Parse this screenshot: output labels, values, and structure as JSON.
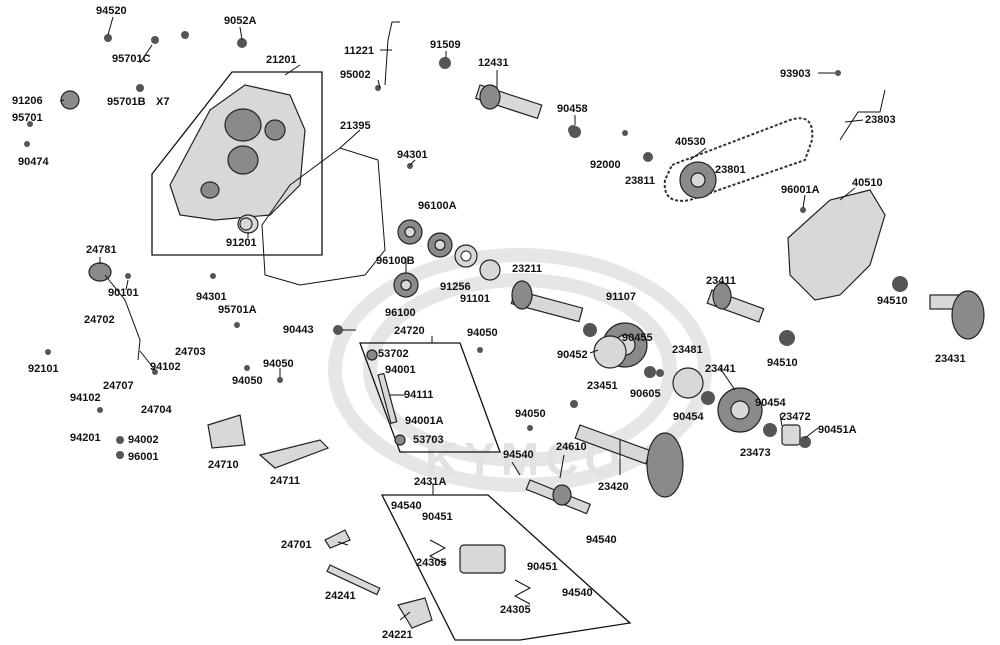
{
  "watermark": {
    "brand": "KYMCO"
  },
  "labels": {
    "p94520": "94520",
    "p9052A": "9052A",
    "p11221": "11221",
    "p91509": "91509",
    "p95701C": "95701C",
    "p21201": "21201",
    "p95002": "95002",
    "p12431": "12431",
    "p93903": "93903",
    "p91206": "91206",
    "p95701B": "95701B",
    "x7": "X7",
    "p95701": "95701",
    "p90474": "90474",
    "p21395": "21395",
    "p90458": "90458",
    "p23803": "23803",
    "p40530": "40530",
    "p94301a": "94301",
    "p92000": "92000",
    "p23801": "23801",
    "p23811": "23811",
    "p96001A": "96001A",
    "p40510": "40510",
    "p96100A": "96100A",
    "p91201": "91201",
    "p24781": "24781",
    "p96100B": "96100B",
    "p23211": "23211",
    "p23411": "23411",
    "p90101": "90101",
    "p91256": "91256",
    "p91101": "91101",
    "p94301b": "94301",
    "p91107": "91107",
    "p94510a": "94510",
    "p24702": "24702",
    "p95701A": "95701A",
    "p96100": "96100",
    "p24720": "24720",
    "p90443": "90443",
    "p94050a": "94050",
    "p90455": "90455",
    "p23481": "23481",
    "p90452": "90452",
    "p94510b": "94510",
    "p23431": "23431",
    "p24703": "24703",
    "p53702": "53702",
    "p92101": "92101",
    "p94050b": "94050",
    "p94001": "94001",
    "p23451": "23451",
    "p23441": "23441",
    "p94102a": "94102",
    "p94050c": "94050",
    "p24707": "24707",
    "p90605": "90605",
    "p94111": "94111",
    "p94102b": "94102",
    "p24704": "24704",
    "p90454a": "90454",
    "p90454b": "90454",
    "p23472": "23472",
    "p94050d": "94050",
    "p94001A": "94001A",
    "p90451A": "90451A",
    "p94201": "94201",
    "p94002": "94002",
    "p53703": "53703",
    "p23473": "23473",
    "p96001": "96001",
    "p24710": "24710",
    "p94540a": "94540",
    "p24610": "24610",
    "p24711": "24711",
    "p23420": "23420",
    "p2431A": "2431A",
    "p94540b": "94540",
    "p90451a": "90451",
    "p94540c": "94540",
    "p24701": "24701",
    "p24305a": "24305",
    "p90451b": "90451",
    "p94540d": "94540",
    "p24241": "24241",
    "p24305b": "24305",
    "p24221": "24221"
  }
}
